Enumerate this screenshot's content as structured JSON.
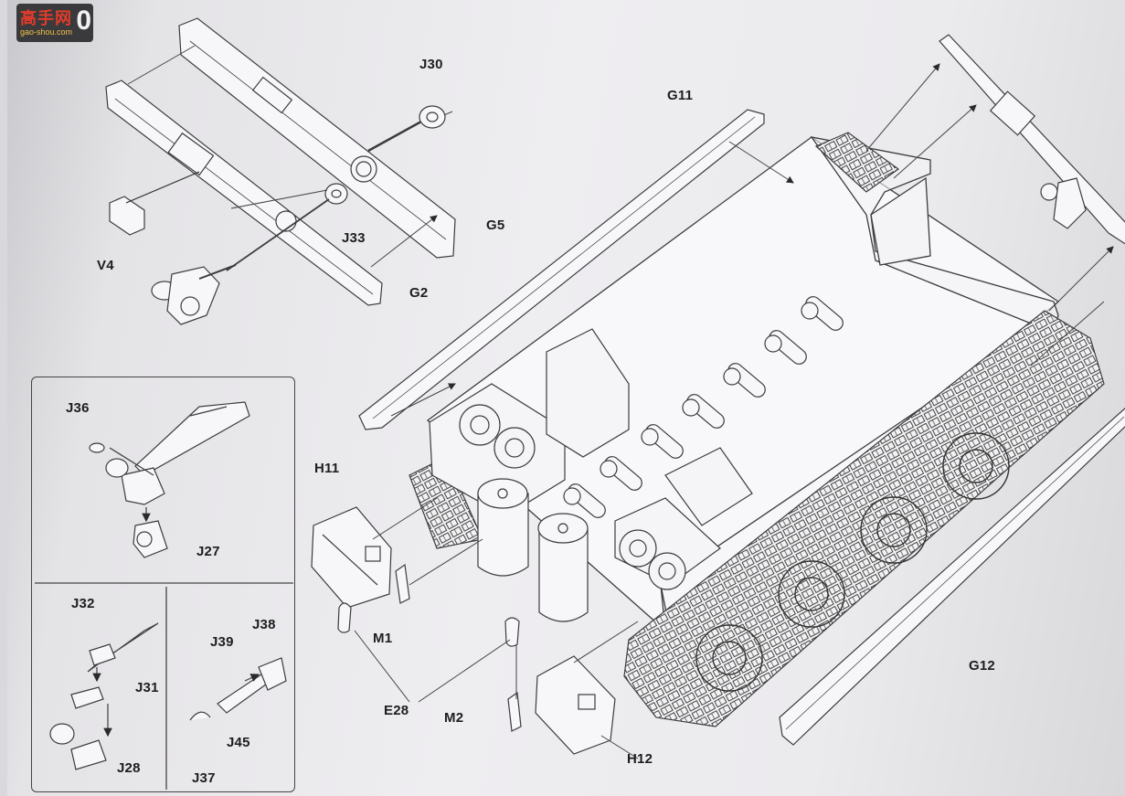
{
  "header": {
    "watermark": "高手网",
    "watermark_sub": "gao-shou.com",
    "page_number": "0"
  },
  "callouts": {
    "J30": "J30",
    "G11": "G11",
    "G5": "G5",
    "J33": "J33",
    "V4": "V4",
    "G2": "G2",
    "J36": "J36",
    "J27": "J27",
    "H11": "H11",
    "M1": "M1",
    "J32": "J32",
    "J31": "J31",
    "J39": "J39",
    "J38": "J38",
    "J45": "J45",
    "J28": "J28",
    "J37": "J37",
    "E28": "E28",
    "M2": "M2",
    "H12": "H12",
    "G12": "G12"
  },
  "colors": {
    "paper": "#eeedf0",
    "ink": "#2a2a2d",
    "line": "#555559"
  }
}
